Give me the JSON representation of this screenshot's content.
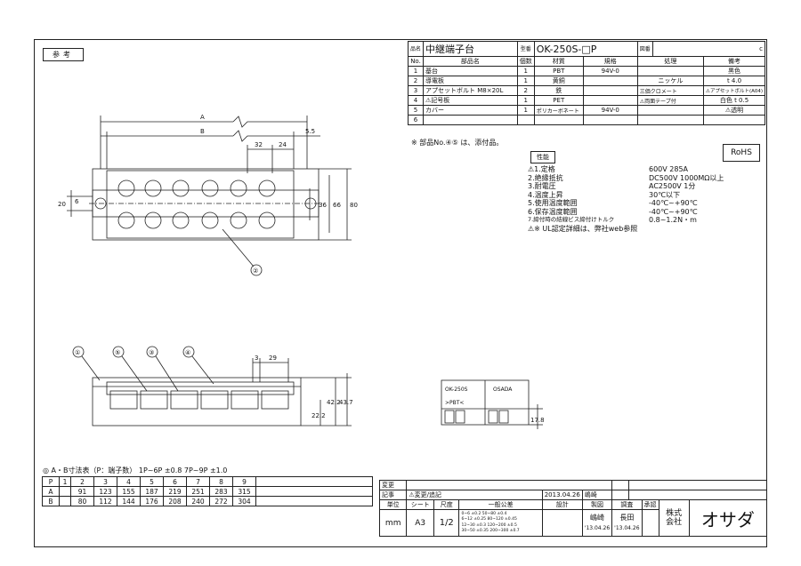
{
  "stamp": "参考",
  "header": {
    "product_label": "品名",
    "product_name": "中継端子台",
    "type_label": "型番",
    "type_no": "OK-250S-□P",
    "drawing_label": "図番",
    "revision": "c"
  },
  "parts_columns": [
    "No.",
    "部品名",
    "個数",
    "材質",
    "規格",
    "処理",
    "備考"
  ],
  "parts": [
    {
      "no": "1",
      "name": "基台",
      "qty": "1",
      "material": "PBT",
      "spec": "94V-0",
      "treat": "",
      "note": "黒色"
    },
    {
      "no": "2",
      "name": "導電板",
      "qty": "1",
      "material": "黄銅",
      "spec": "",
      "treat": "ニッケル",
      "note": "t 4.0"
    },
    {
      "no": "3",
      "name": "アプセットボルト M8×20L",
      "qty": "2",
      "material": "鉄",
      "spec": "",
      "treat": "三価クロメート",
      "note": "⚠アプセットボルト(A04)"
    },
    {
      "no": "4",
      "name": "⚠記号板",
      "qty": "1",
      "material": "PET",
      "spec": "",
      "treat": "⚠両面テープ付",
      "note": "白色 t 0.5"
    },
    {
      "no": "5",
      "name": "カバー",
      "qty": "1",
      "material": "ポリカーボネート",
      "spec": "94V-0",
      "treat": "",
      "note": "⚠透明"
    },
    {
      "no": "6",
      "name": "",
      "qty": "",
      "material": "",
      "spec": "",
      "treat": "",
      "note": ""
    }
  ],
  "parts_note": "※ 部品No.④⑤ は、添付品。",
  "rohs": "RoHS",
  "performance_label": "性能",
  "specs": [
    {
      "k": "⚠1.定格",
      "v": "600V 285A"
    },
    {
      "k": "2.絶縁抵抗",
      "v": "DC500V 1000MΩ以上"
    },
    {
      "k": "3.耐電圧",
      "v": "AC2500V 1分"
    },
    {
      "k": "4.温度上昇",
      "v": "30℃以下"
    },
    {
      "k": "5.使用温度範囲",
      "v": "-40℃~+90℃"
    },
    {
      "k": "6.保存温度範囲",
      "v": "-40℃~+90℃"
    },
    {
      "k": "7.締付時の結線ビス締付けトルク",
      "v": "0.8~1.2N・m"
    }
  ],
  "ul_note": "⚠※ UL認定詳細は、弊社web参照",
  "dims": {
    "a": "A",
    "b": "B",
    "d55": "5.5",
    "d32": "32",
    "d24": "24",
    "d20": "20",
    "d6": "6",
    "d36": "36",
    "d66": "66",
    "d80": "80",
    "d3": "3",
    "d29": "29",
    "d222": "22.2",
    "d422": "42.2",
    "d437": "43.7",
    "d178": "17.8"
  },
  "callouts": [
    "①",
    "⑤",
    "③",
    "④",
    "②"
  ],
  "label_box": {
    "top_left": "OK-250S",
    "top_right": "OSADA",
    "bottom_left": ">PBT<"
  },
  "dim_table_title": "◎ A・B寸法表（P：端子数） 1P~6P ±0.8  7P~9P ±1.0",
  "dim_table": {
    "header": [
      "P",
      "1",
      "2",
      "3",
      "4",
      "5",
      "6",
      "7",
      "8",
      "9"
    ],
    "rows": [
      [
        "A",
        "",
        "91",
        "123",
        "155",
        "187",
        "219",
        "251",
        "283",
        "315"
      ],
      [
        "B",
        "",
        "80",
        "112",
        "144",
        "176",
        "208",
        "240",
        "272",
        "304"
      ]
    ]
  },
  "title_block": {
    "change_label": "変更",
    "record_label": "記事",
    "change_entry": "⚠変更/追記",
    "change_date": "2013.04.26",
    "change_by": "嶋崎",
    "unit_label": "単位",
    "sheet_label": "シート",
    "scale_label": "尺度",
    "tolerance_label": "一般公差",
    "design_label": "設計",
    "draft_label": "製図",
    "check_label": "調査",
    "approve_label": "承認",
    "unit": "mm",
    "sheet": "A3",
    "scale": "1/2",
    "tol1": "0~6 ±0.2",
    "tol2": "6~12 ±0.25",
    "tol3": "12~30 ±0.3",
    "tol4": "30~50 ±0.35",
    "tol5": "50~80 ±0.4",
    "tol6": "80~120 ±0.45",
    "tol7": "120~200 ±0.5",
    "tol8": "200~300 ±0.7",
    "drafter": "嶋崎",
    "drafter_date": "'13.04.26",
    "checker": "長田",
    "checker_date": "'13.04.26",
    "company_prefix_1": "株式",
    "company_prefix_2": "会社",
    "company": "オサダ"
  }
}
